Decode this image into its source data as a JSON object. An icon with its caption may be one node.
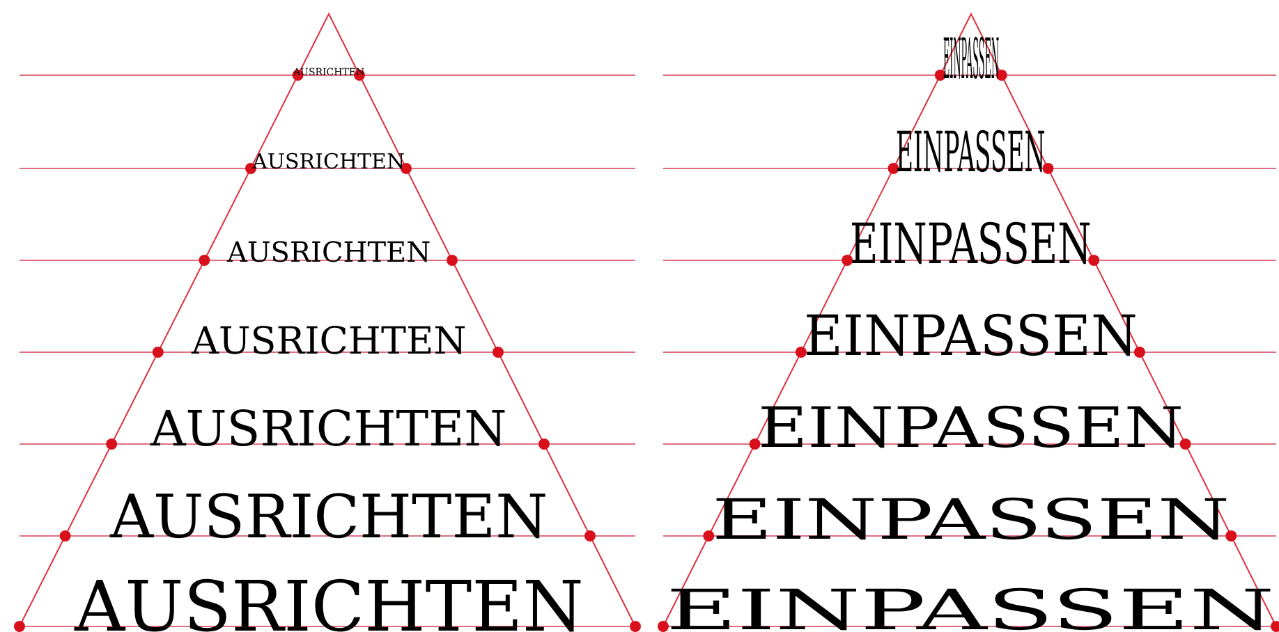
{
  "diagram": {
    "labels": [
      "AUSRICHTEN",
      "EINPASSEN",
      "AUSRICHTEN",
      "EINPASSEN",
      "AUSRICHTEN",
      "EINPASSEN",
      "AUSRICHTEN",
      "EINPASSEN",
      "AUSRICHTEN",
      "EINPASSEN",
      "AUSRICHTEN",
      "EINPASSEN",
      "AUSRICHTEN",
      "EINPASSEN"
    ]
  }
}
